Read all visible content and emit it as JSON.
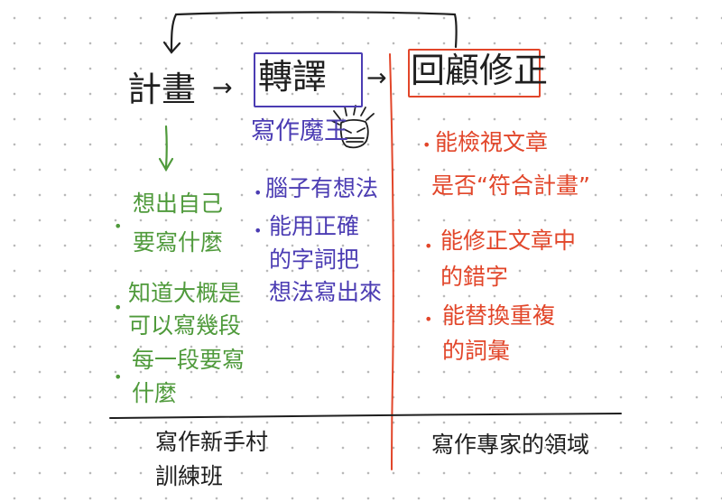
{
  "colors": {
    "black": "#1f1f1f",
    "purple": "#4b3cb3",
    "green": "#4f9a3b",
    "red": "#e2462a",
    "dot_grid": "#b9b9b9"
  },
  "headings": {
    "plan": "計畫",
    "translate": "轉譯",
    "review": "回顧修正",
    "arrow": "→"
  },
  "plan_column": {
    "items": [
      {
        "lines": [
          "想出自己",
          "要寫什麼"
        ]
      },
      {
        "lines": [
          "知道大概是",
          "可以寫幾段"
        ]
      },
      {
        "lines": [
          "每一段要寫",
          "什麼"
        ]
      }
    ]
  },
  "translate_column": {
    "title": "寫作魔王",
    "title_icon": "demon-face-icon",
    "items": [
      {
        "lines": [
          "腦子有想法"
        ]
      },
      {
        "lines": [
          "能用正確",
          "的字詞把",
          "想法寫出來"
        ]
      }
    ]
  },
  "review_column": {
    "items": [
      {
        "lines": [
          "能檢視文章",
          "是否“符合計畫”"
        ]
      },
      {
        "lines": [
          "能修正文章中",
          "的錯字"
        ]
      },
      {
        "lines": [
          "能替換重複",
          "的詞彙"
        ]
      }
    ]
  },
  "footer": {
    "left_lines": [
      "寫作新手村",
      "訓練班"
    ],
    "right": "寫作專家的領域"
  }
}
